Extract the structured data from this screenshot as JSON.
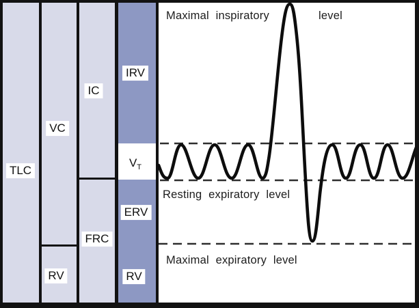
{
  "labels": {
    "tlc": "TLC",
    "vc": "VC",
    "rv_left": "RV",
    "ic": "IC",
    "frc": "FRC",
    "irv": "IRV",
    "vt_main": "V",
    "vt_sub": "T",
    "erv": "ERV",
    "rv_right": "RV"
  },
  "annotations": {
    "maximal_inspiratory": "Maximal inspiratory",
    "maximal_inspiratory_level_word": "level",
    "resting_expiratory": "Resting expiratory level",
    "maximal_expiratory": "Maximal expiratory level"
  },
  "colors": {
    "column_light": "#d8dae9",
    "column_dark": "#8d98c3",
    "frame_black": "#121212",
    "trace_black": "#0d0d0d",
    "dash_gray": "#2e2e2e",
    "label_background": "#ffffff"
  }
}
